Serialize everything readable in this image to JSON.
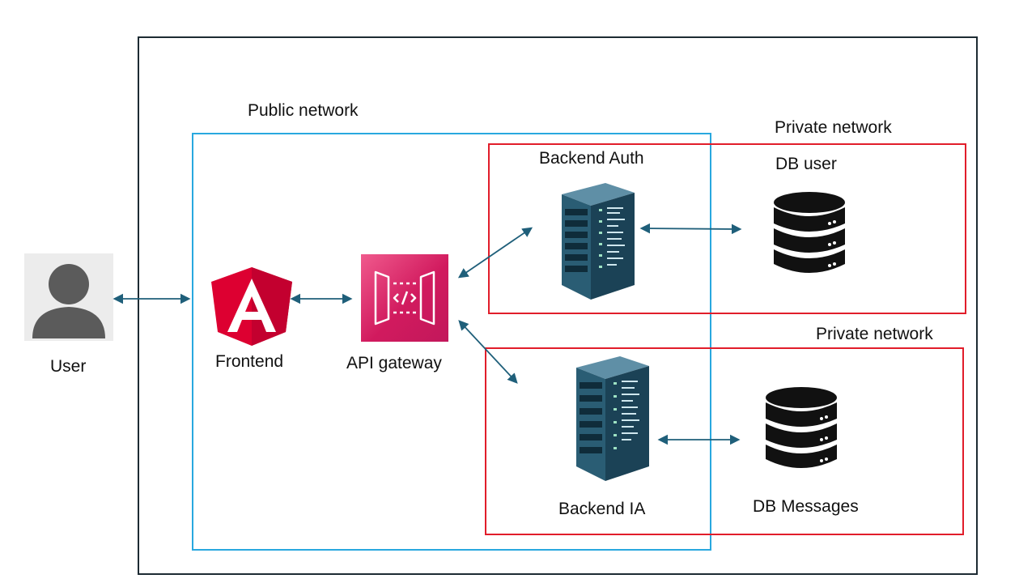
{
  "zones": {
    "public": "Public network",
    "private_top": "Private network",
    "private_bottom": "Private network"
  },
  "nodes": {
    "user": "User",
    "frontend": "Frontend",
    "api_gateway": "API gateway",
    "backend_auth": "Backend Auth",
    "db_user": "DB user",
    "backend_ia": "Backend IA",
    "db_messages": "DB Messages"
  },
  "colors": {
    "outer_border": "#1d2b33",
    "public_border": "#29a8df",
    "private_border": "#e11d2a",
    "arrow": "#1f5f7a",
    "angular": "#dd0031",
    "api_gateway": "#e7157b"
  },
  "icons": {
    "user": "user-silhouette-icon",
    "frontend": "angular-logo-icon",
    "api_gateway": "api-gateway-icon",
    "backend": "server-rack-icon",
    "database": "database-cylinder-icon"
  }
}
